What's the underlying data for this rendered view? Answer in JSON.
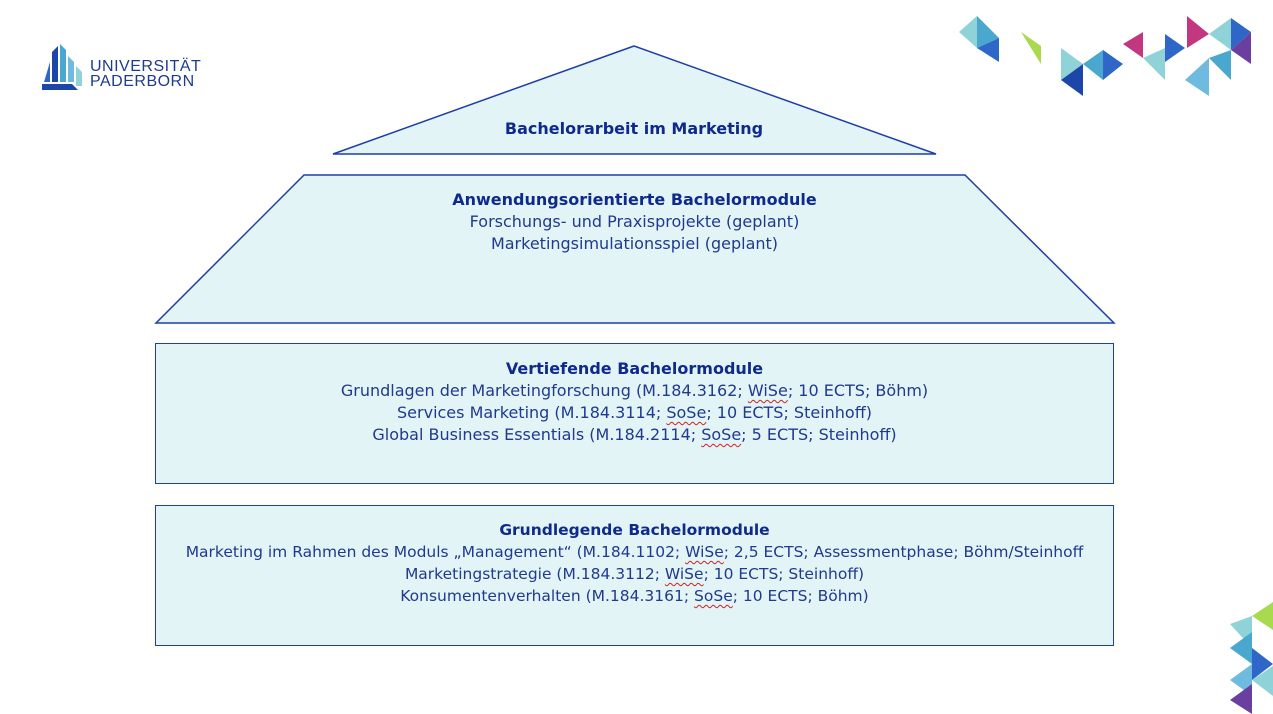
{
  "logo": {
    "line1": "UNIVERSITÄT",
    "line2": "PADERBORN"
  },
  "colors": {
    "fill": "#e3f4f6",
    "stroke": "#1f3fa8",
    "text": "#1f3a8f",
    "heading": "#0d2a8c",
    "deco": [
      "#4aa8cf",
      "#2e67c7",
      "#8fd3d9",
      "#c2387f",
      "#a9d94f",
      "#6fbadf",
      "#1c47a8"
    ]
  },
  "roof": {
    "title": "Bachelorarbeit im Marketing"
  },
  "applied": {
    "title": "Anwendungsorientierte Bachelormodule",
    "line1": "Forschungs- und Praxisprojekte (geplant)",
    "line2": "Marketingsimulationsspiel (geplant)"
  },
  "advanced": {
    "title": "Vertiefende Bachelormodule",
    "l1a": "Grundlagen der Marketingforschung (M.184.3162; ",
    "l1t": "WiSe",
    "l1b": "; 10 ECTS; Böhm)",
    "l2a": "Services Marketing (M.184.3114; ",
    "l2t": "SoSe",
    "l2b": "; 10 ECTS; Steinhoff)",
    "l3a": "Global Business Essentials (M.184.2114; ",
    "l3t": "SoSe",
    "l3b": "; 5 ECTS; Steinhoff)"
  },
  "basic": {
    "title": "Grundlegende Bachelormodule",
    "l1a": "Marketing im Rahmen des Moduls „Management“ (M.184.1102; ",
    "l1t": "WiSe",
    "l1b": "; 2,5 ECTS; Assessmentphase; Böhm/Steinhoff",
    "l2a": "Marketingstrategie (M.184.3112; ",
    "l2t": "WiSe",
    "l2b": "; 10 ECTS; Steinhoff)",
    "l3a": "Konsumentenverhalten (M.184.3161; ",
    "l3t": "SoSe",
    "l3b": "; 10 ECTS; Böhm)"
  }
}
